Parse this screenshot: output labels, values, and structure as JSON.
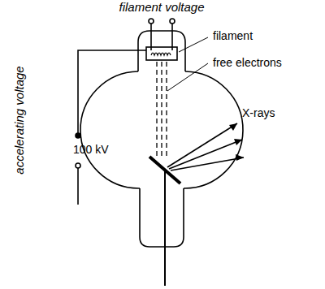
{
  "diagram": {
    "labels": [
      "filament voltage",
      "filament",
      "free electrons",
      "X-rays",
      "100 kV",
      "accelerating voltage"
    ]
  }
}
